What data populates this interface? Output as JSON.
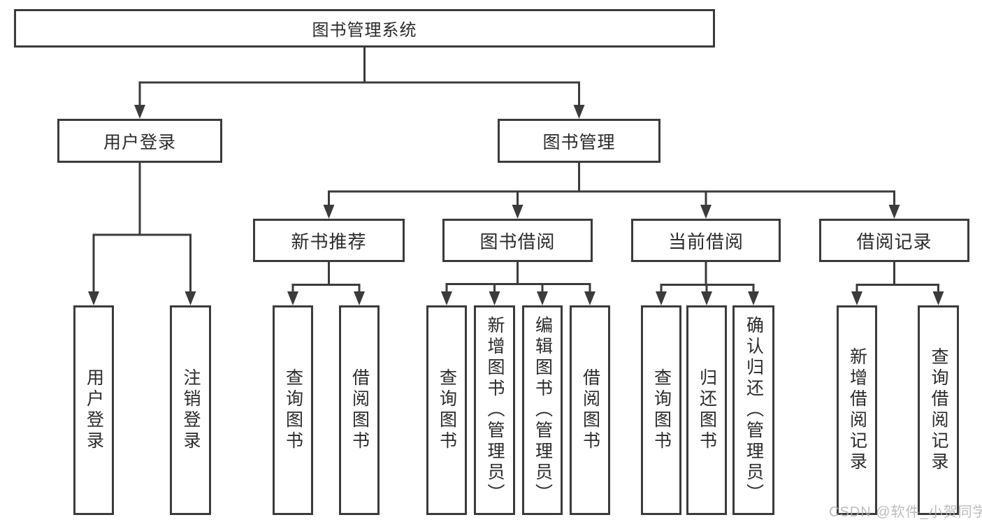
{
  "diagram": {
    "root": {
      "label": "图书管理系统"
    },
    "user_login": {
      "label": "用户登录",
      "leaves": [
        "用户登录",
        "注销登录"
      ]
    },
    "book_mgmt": {
      "label": "图书管理"
    },
    "sections": [
      {
        "label": "新书推荐",
        "leaves": [
          "查询图书",
          "借阅图书"
        ]
      },
      {
        "label": "图书借阅",
        "leaves": [
          "查询图书",
          "新增图书（管理员）",
          "编辑图书（管理员）",
          "借阅图书"
        ]
      },
      {
        "label": "当前借阅",
        "leaves": [
          "查询图书",
          "归还图书",
          "确认归还（管理员）"
        ]
      },
      {
        "label": "借阅记录",
        "leaves": [
          "新增借阅记录",
          "查询借阅记录"
        ]
      }
    ],
    "watermark": "CSDN @软件_小贺同学",
    "colors": {
      "line": "#3b3b3b",
      "text": "#2a2a2a",
      "watermark": "#b5b0b0",
      "background": "#ffffff"
    }
  }
}
